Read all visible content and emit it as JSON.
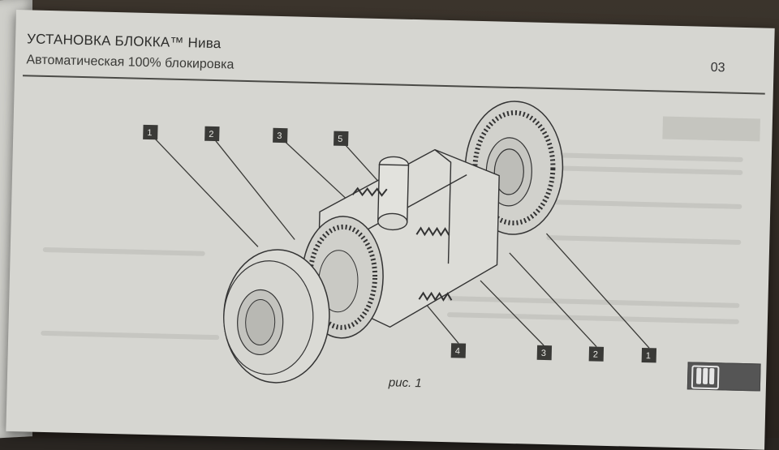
{
  "header": {
    "title": "УСТАНОВКА БЛОККА™ Нива",
    "subtitle": "Автоматическая 100% блокировка",
    "page_number": "03"
  },
  "figure": {
    "caption": "рис. 1",
    "callouts_top": [
      "1",
      "2",
      "3",
      "5"
    ],
    "callouts_bottom": [
      "4",
      "3",
      "2",
      "1"
    ]
  },
  "colors": {
    "paper": "#d6d6d1",
    "ink": "#2d2d2b",
    "label_box": "#3a3a37"
  }
}
